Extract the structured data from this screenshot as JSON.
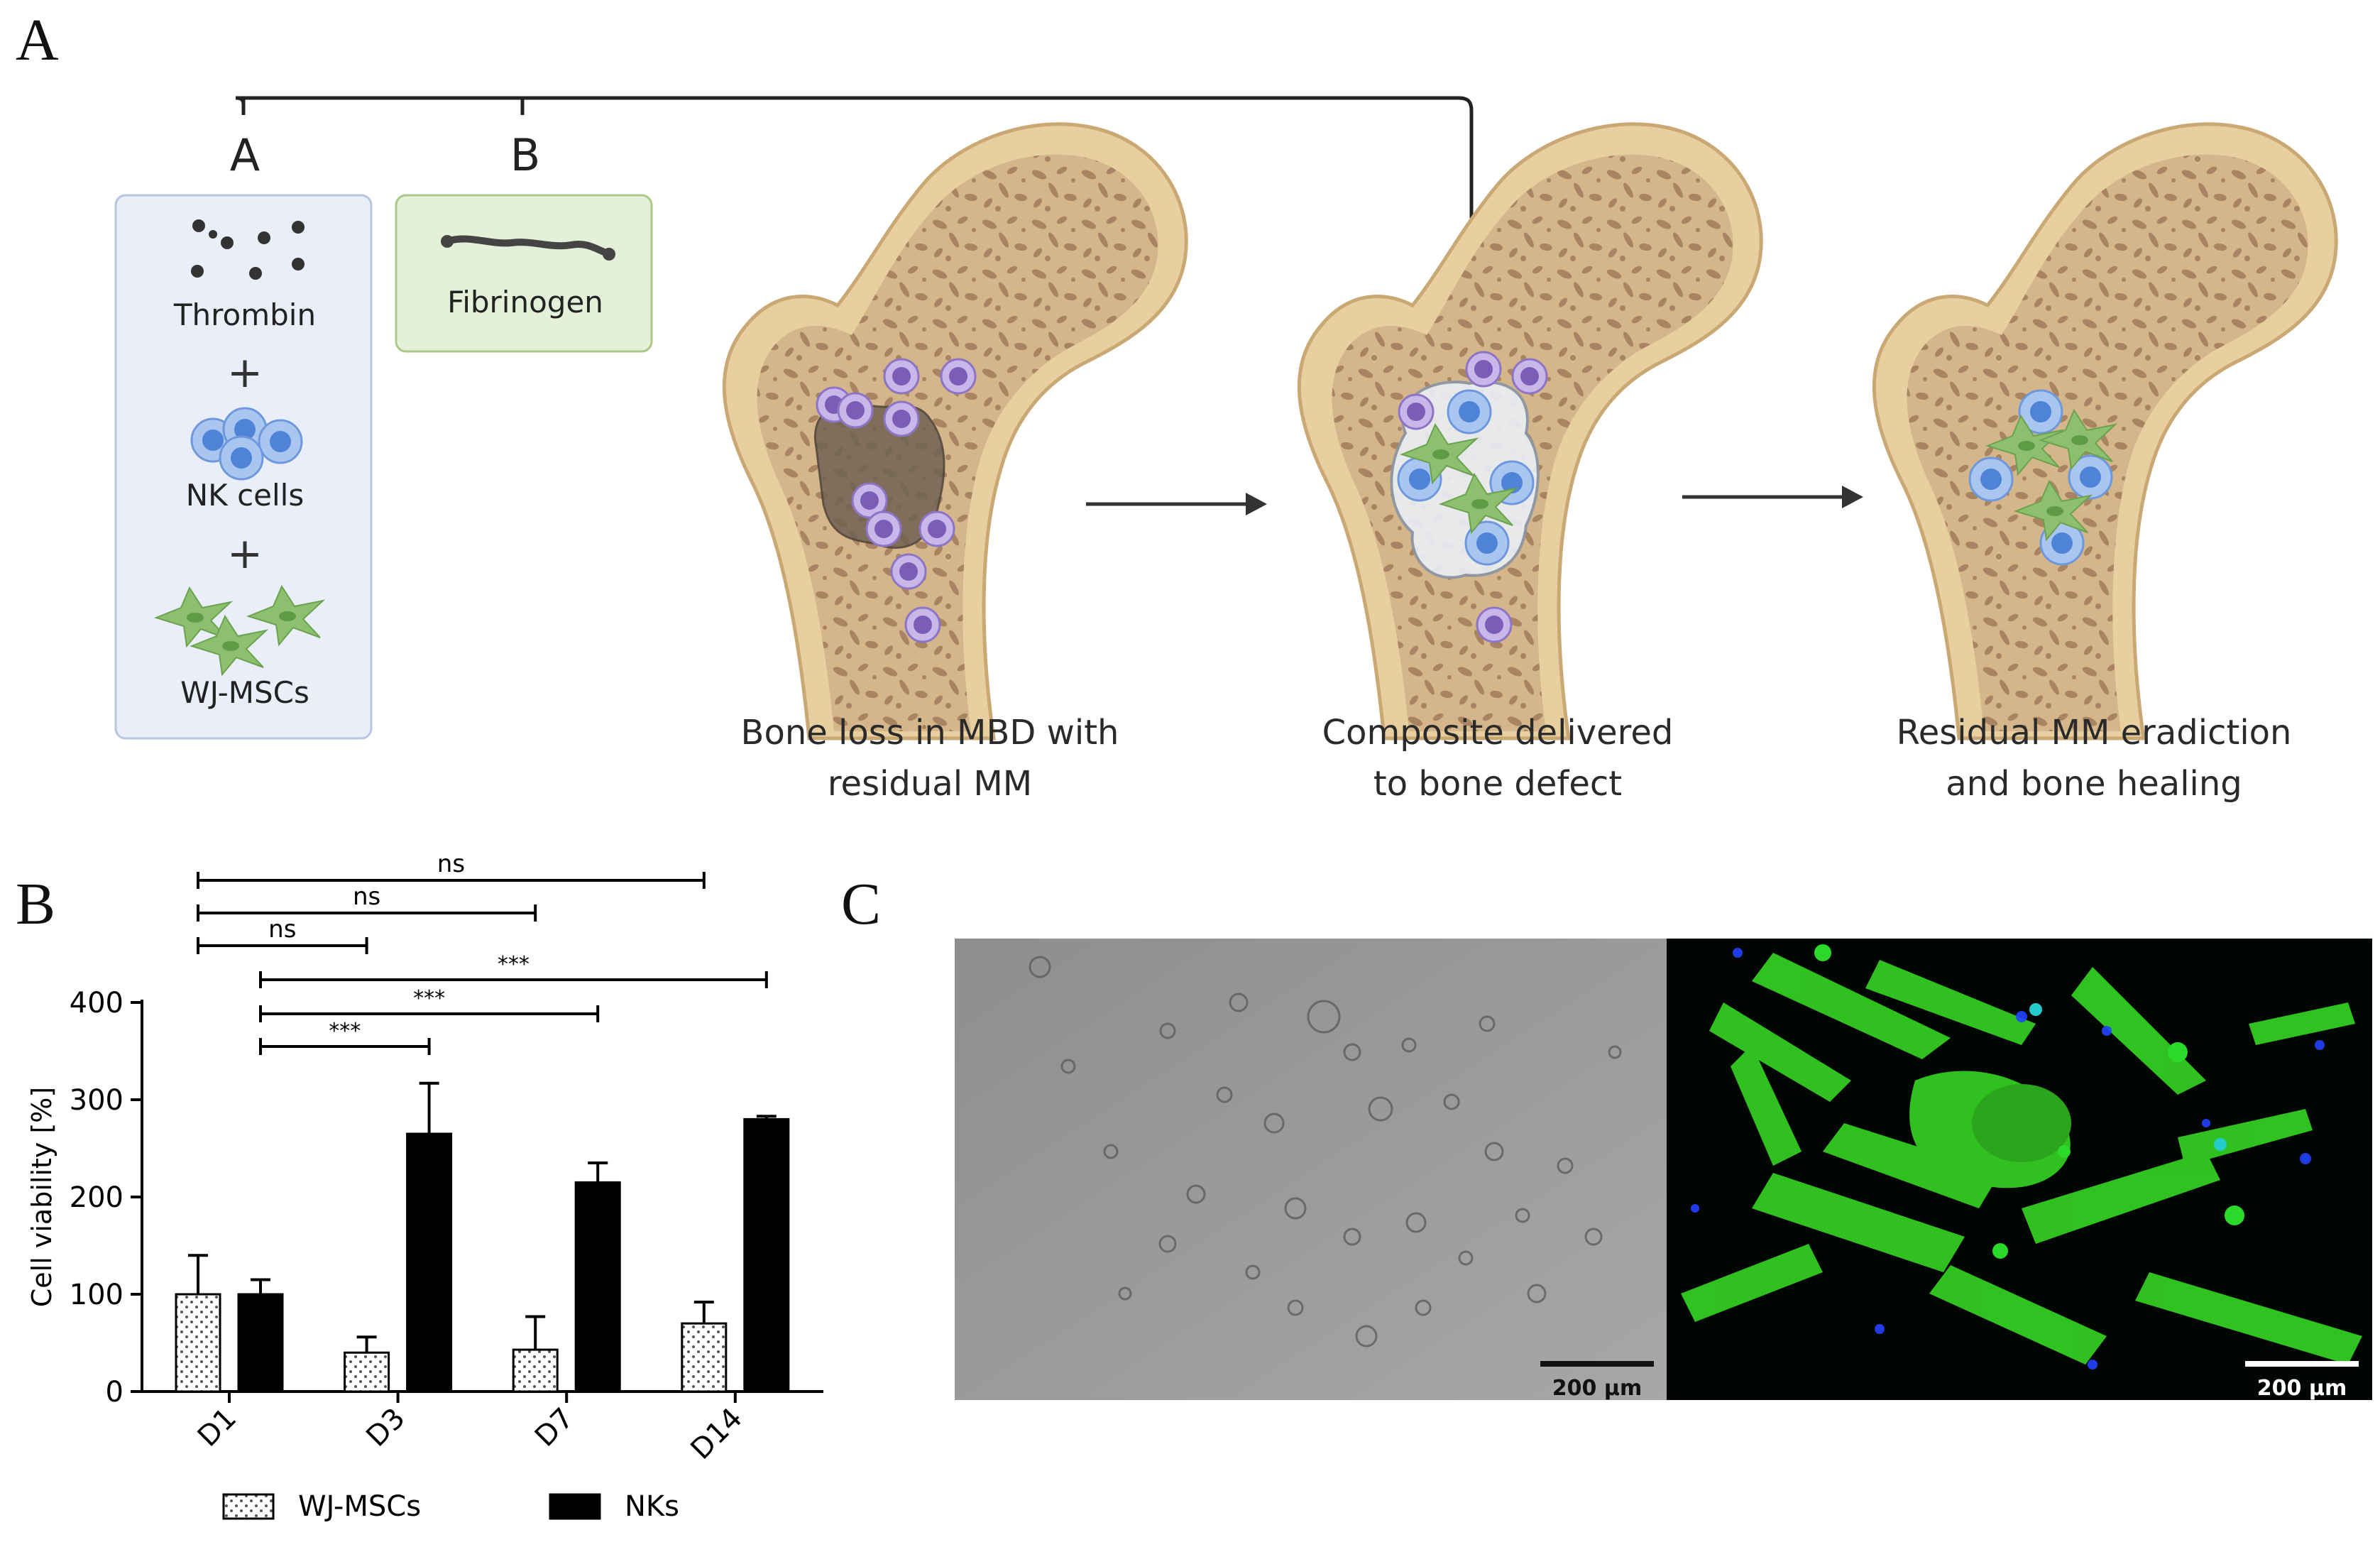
{
  "panels": {
    "a_letter": "A",
    "b_letter": "B",
    "c_letter": "C"
  },
  "schematic": {
    "group_a_label": "A",
    "group_b_label": "B",
    "items_a": [
      "Thrombin",
      "NK cells",
      "WJ-MSCs"
    ],
    "plus": "+",
    "item_b": "Fibrinogen",
    "stages": [
      "Bone loss in MBD with\nresidual MM",
      "Composite delivered\nto bone defect",
      "Residual MM eradiction\nand bone healing"
    ],
    "colors": {
      "box_a_fill": "#e9eef8",
      "box_b_fill": "#e4f1d8",
      "bone_fill": "#e8cfa0",
      "bone_pore": "#a98462",
      "mm_cell": "#9b82cf",
      "nk_cell": "#7aa6e6",
      "msc_cell": "#8cc06e"
    }
  },
  "chart_data": {
    "type": "bar",
    "categories": [
      "D1",
      "D3",
      "D7",
      "D14"
    ],
    "series": [
      {
        "name": "WJ-MSCs",
        "values": [
          100,
          40,
          43,
          70
        ],
        "errors": [
          40,
          16,
          34,
          22
        ],
        "color": "#ffffff",
        "pattern": "dotted"
      },
      {
        "name": "NKs",
        "values": [
          100,
          265,
          215,
          280
        ],
        "errors": [
          15,
          52,
          20,
          3
        ],
        "color": "#000000"
      }
    ],
    "ylabel": "Cell viability [%]",
    "xlabel": "",
    "ylim": [
      0,
      400
    ],
    "yticks": [
      0,
      100,
      200,
      300,
      400
    ],
    "legend_position": "bottom",
    "significance": [
      {
        "label": "ns",
        "from": "D1",
        "to": "D14",
        "series": "WJ-MSCs"
      },
      {
        "label": "ns",
        "from": "D1",
        "to": "D7",
        "series": "WJ-MSCs"
      },
      {
        "label": "ns",
        "from": "D1",
        "to": "D3",
        "series": "WJ-MSCs"
      },
      {
        "label": "***",
        "from": "D1",
        "to": "D14",
        "series": "NKs"
      },
      {
        "label": "***",
        "from": "D1",
        "to": "D7",
        "series": "NKs"
      },
      {
        "label": "***",
        "from": "D1",
        "to": "D3",
        "series": "NKs"
      }
    ]
  },
  "micrographs": {
    "left_scale": "200 µm",
    "right_scale": "200 µm"
  }
}
